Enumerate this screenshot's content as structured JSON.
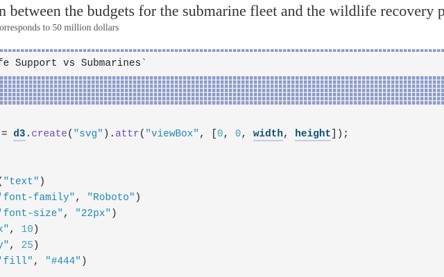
{
  "header": {
    "title": "n between the budgets for the submarine fleet and the wildlife recovery plan",
    "subtitle": "orresponds to 50 million dollars"
  },
  "colors": {
    "square": "#8e9dc9",
    "code_bg": "#f5f5f5",
    "string": "#1e8ab5",
    "function": "#6f4bb0",
    "reference": "#0d4f76"
  },
  "code": {
    "line1": "fe Support vs Submarines`",
    "line2": {
      "eq": "= ",
      "d3": "d3",
      "dot": ".",
      "create": "create",
      "p1": "(",
      "s1": "\"svg\"",
      "p2": ").",
      "attr": "attr",
      "p3": "(",
      "s2": "\"viewBox\"",
      "c1": ", [",
      "n1": "0",
      "c2": ", ",
      "n2": "0",
      "c3": ", ",
      "width": "width",
      "c4": ", ",
      "height": "height",
      "end": "]);"
    },
    "line3": {
      "p": "(",
      "s": "\"text\"",
      "e": ")"
    },
    "line4": {
      "s1": "'font-family\"",
      "c": ", ",
      "s2": "\"Roboto\"",
      "e": ")"
    },
    "line5": {
      "s1": "'font-size\"",
      "c": ", ",
      "s2": "\"22px\"",
      "e": ")"
    },
    "line6": {
      "s1": "x\"",
      "c": ", ",
      "n": "10",
      "e": ")"
    },
    "line7": {
      "s1": "y\"",
      "c": ", ",
      "n": "25",
      "e": ")"
    },
    "line8": {
      "s1": "'fill\"",
      "c": ", ",
      "s2": "\"#444\"",
      "e": ")"
    }
  }
}
